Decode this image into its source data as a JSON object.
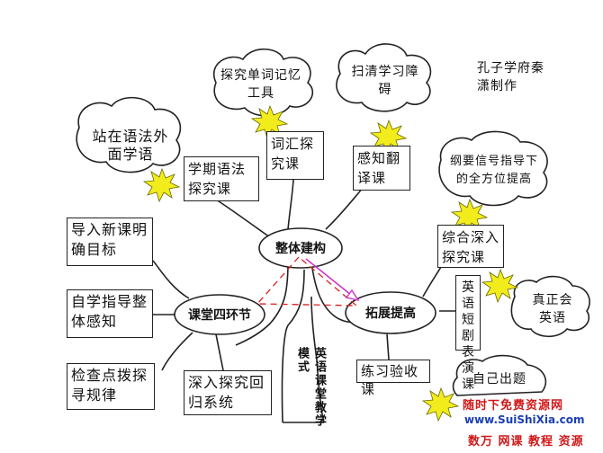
{
  "nodes": {
    "center": "整体建构",
    "left": "课堂四环节",
    "right": "拓展提高",
    "trunk": "英语课堂教学模式"
  },
  "boxes": {
    "vocab_course": "词汇探究课",
    "grammar_course": "学期语法探究课",
    "translation_course": "感知翻译课",
    "intro": "导入新课明确目标",
    "self_guide": "自学指导整体感知",
    "check": "检查点拨探寻规律",
    "deepen": "深入探究回归系统",
    "integrated": "综合深入探究课",
    "drama": "英语短剧表演课",
    "practice": "练习验收课"
  },
  "clouds": {
    "vocab_tool": "探究单词记忆工具",
    "clear_obstacle": "扫清学习障碍",
    "grammar_view": "站在语法外面学语",
    "guide_signal": "纲要信号指导下的全方位提高",
    "real_english": "真正会英语",
    "self_question": "自己出题"
  },
  "credit": "孔子学府秦潇制作",
  "watermark": {
    "line1": "随时下免费资源网",
    "line2": "www.SuiShiXia.com",
    "line3": "数万 网课 教程 资源"
  },
  "colors": {
    "starburst": "#f2ec1c",
    "arrow": "#cc33cc",
    "dashed": "#d82020",
    "watermark_red": "#d01818",
    "watermark_blue": "#1a3fb0"
  }
}
